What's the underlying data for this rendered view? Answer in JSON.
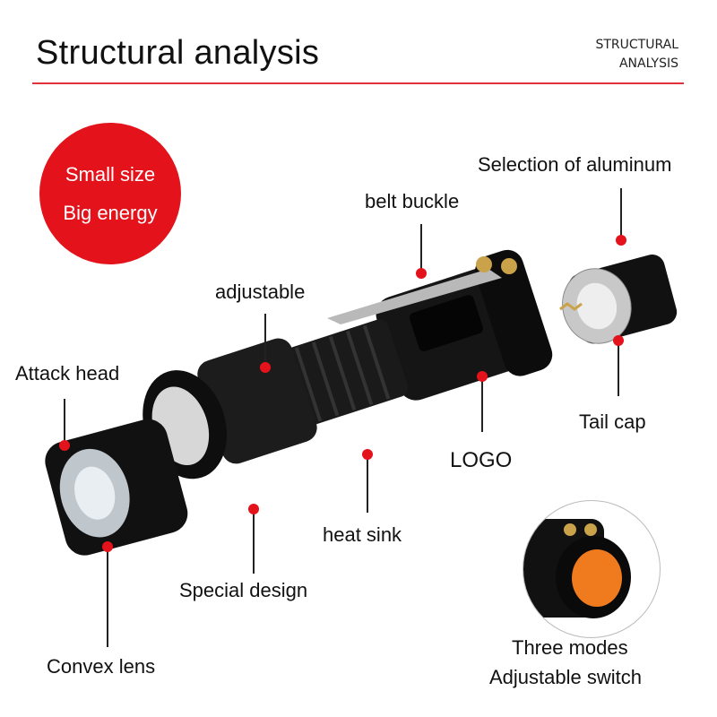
{
  "header": {
    "title": "Structural analysis",
    "subtitle_line1": "STRUCTURAL",
    "subtitle_line2": "ANALYSIS"
  },
  "badge": {
    "line1": "Small size",
    "line2": "Big energy"
  },
  "callouts": {
    "attack_head": "Attack head",
    "convex_lens": "Convex lens",
    "special_design": "Special design",
    "adjustable": "adjustable",
    "heat_sink": "heat sink",
    "belt_buckle": "belt buckle",
    "logo": "LOGO",
    "aluminum": "Selection of aluminum",
    "tail_cap": "Tail cap",
    "switch_line1": "Three modes",
    "switch_line2": "Adjustable switch"
  },
  "colors": {
    "accent": "#e3121b",
    "rule": "#e0323b",
    "switch": "#f07a1e"
  }
}
